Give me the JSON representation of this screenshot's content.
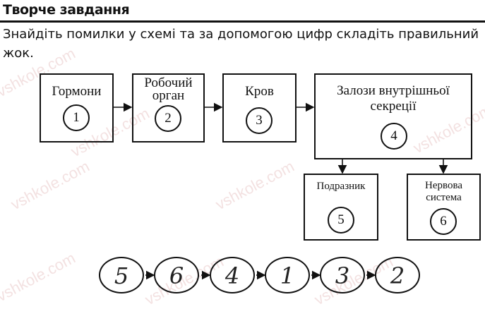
{
  "heading": "Творче завдання",
  "task_lines": [
    "Знайдіть помилки у схемі та за допомогою цифр складіть правильний",
    "жок."
  ],
  "boxes": [
    {
      "label_lines": [
        "Гормони"
      ],
      "number": "1"
    },
    {
      "label_lines": [
        "Робочий",
        "орган"
      ],
      "number": "2"
    },
    {
      "label_lines": [
        "Кров"
      ],
      "number": "3"
    },
    {
      "label_lines": [
        "Залози внутрішньої",
        "секреції"
      ],
      "number": "4"
    },
    {
      "label_lines": [
        "Подразник"
      ],
      "number": "5"
    },
    {
      "label_lines": [
        "Нервова",
        "система"
      ],
      "number": "6"
    }
  ],
  "answer_sequence": [
    "5",
    "6",
    "4",
    "1",
    "3",
    "2"
  ],
  "watermark": "vshkole.com"
}
